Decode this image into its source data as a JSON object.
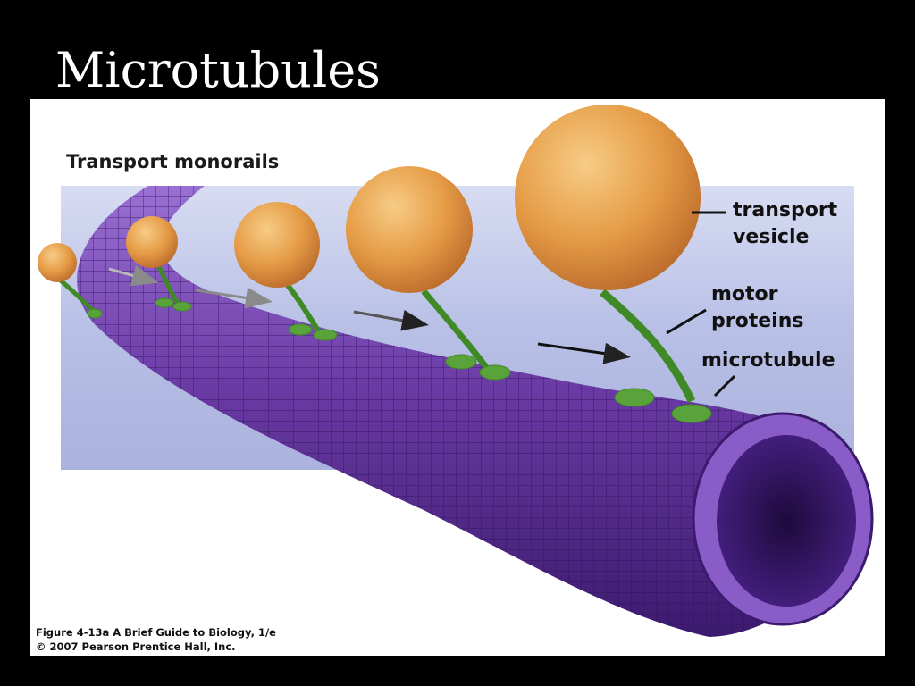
{
  "slide": {
    "title": "Microtubules"
  },
  "figure": {
    "heading": "Transport monorails",
    "labels": {
      "transport_vesicle": [
        "transport",
        "vesicle"
      ],
      "motor_proteins": [
        "motor",
        "proteins"
      ],
      "microtubule": "microtubule"
    },
    "credit": {
      "line1": "Figure 4-13a  A Brief Guide to Biology, 1/e",
      "line2": "© 2007 Pearson Prentice Hall, Inc."
    },
    "colors": {
      "slide_background": "#000000",
      "panel_background": "#ffffff",
      "backdrop_band": "#c4cbe8",
      "microtubule": "#6a3aa4",
      "microtubule_dark": "#3c1a6e",
      "vesicle": "#e8a24a",
      "motor_protein": "#5aa23a",
      "arrow": "#333333"
    }
  }
}
